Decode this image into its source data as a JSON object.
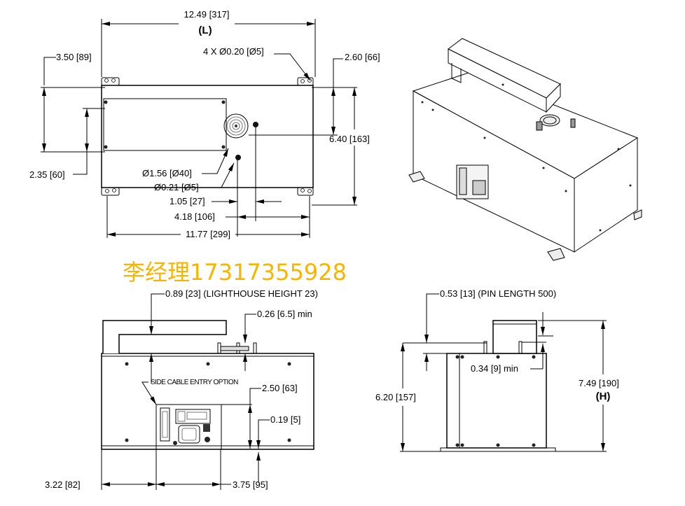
{
  "watermark": "李经理17317355928",
  "top_view": {
    "length": "12.49 [317]",
    "length_symbol": "(L)",
    "holes": "4 X Ø0.20 [Ø5]",
    "dim_3_50": "3.50 [89]",
    "dim_2_60": "2.60 [66]",
    "dim_6_40": "6.40 [163]",
    "dim_2_35": "2.35 [60]",
    "fan_dia": "Ø1.56 [Ø40]",
    "hole_dia": "Ø0.21 [Ø5]",
    "dim_1_05": "1.05 [27]",
    "dim_4_18": "4.18 [106]",
    "dim_11_77": "11.77 [299]"
  },
  "front_view": {
    "lighthouse": "0.89 [23] (LIGHTHOUSE HEIGHT 23)",
    "dim_0_26": "0.26 [6.5] min",
    "cable_option": "SIDE CABLE ENTRY OPTION",
    "dim_2_50": "2.50 [63]",
    "dim_0_19": "0.19 [5]",
    "dim_3_22": "3.22 [82]",
    "dim_3_75": "3.75 [95]"
  },
  "side_view": {
    "pin": "0.53 [13] (PIN LENGTH 500)",
    "dim_0_34": "0.34 [9] min",
    "dim_6_20": "6.20 [157]",
    "height": "7.49 [190]",
    "height_symbol": "(H)"
  }
}
